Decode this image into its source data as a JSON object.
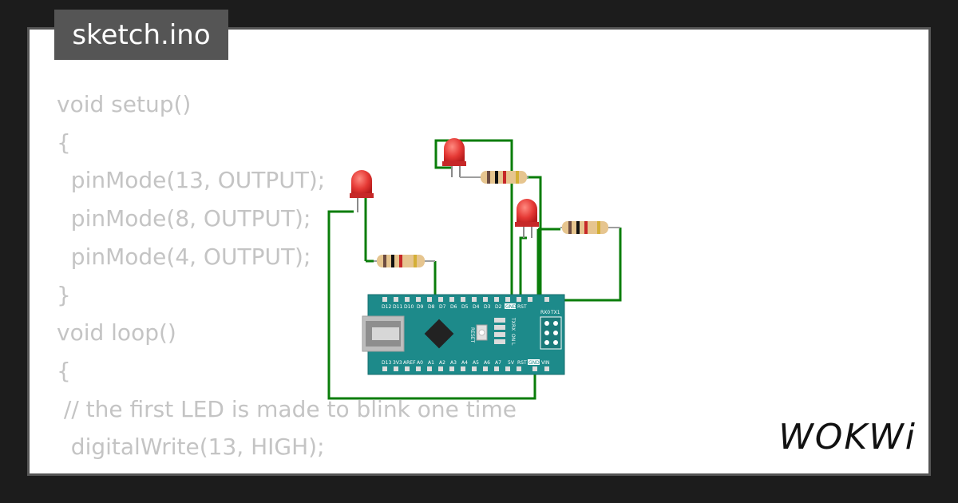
{
  "tab": {
    "filename": "sketch.ino"
  },
  "code_lines": [
    "void setup()",
    "{",
    "  pinMode(13, OUTPUT);",
    "  pinMode(8, OUTPUT);",
    "  pinMode(4, OUTPUT);",
    "}",
    "void loop()",
    "{",
    " // the first LED is made to blink one time",
    "  digitalWrite(13, HIGH);"
  ],
  "brand": {
    "logo_text": "WOKWi"
  },
  "board": {
    "name": "Arduino Nano",
    "top_pins": [
      "D12",
      "D11",
      "D10",
      "D9",
      "D8",
      "D7",
      "D6",
      "D5",
      "D4",
      "D3",
      "D2",
      "GND",
      "RST",
      "RX0",
      "TX1"
    ],
    "bottom_pins": [
      "D13",
      "3V3",
      "AREF",
      "A0",
      "A1",
      "A2",
      "A3",
      "A4",
      "A5",
      "A6",
      "A7",
      "5V",
      "RST",
      "GND",
      "VIN"
    ],
    "reset_label": "RESET",
    "led_labels": [
      "TX",
      "RX",
      "ON",
      "L"
    ]
  },
  "colors": {
    "wire": "#0a7d0a",
    "board": "#1d8a8a",
    "led": "#e53935",
    "background": "#1c1c1c",
    "panel": "#ffffff",
    "code_text": "#c4c4c4",
    "tab_bg": "#555555"
  },
  "components": {
    "leds": 3,
    "resistors": 3
  }
}
